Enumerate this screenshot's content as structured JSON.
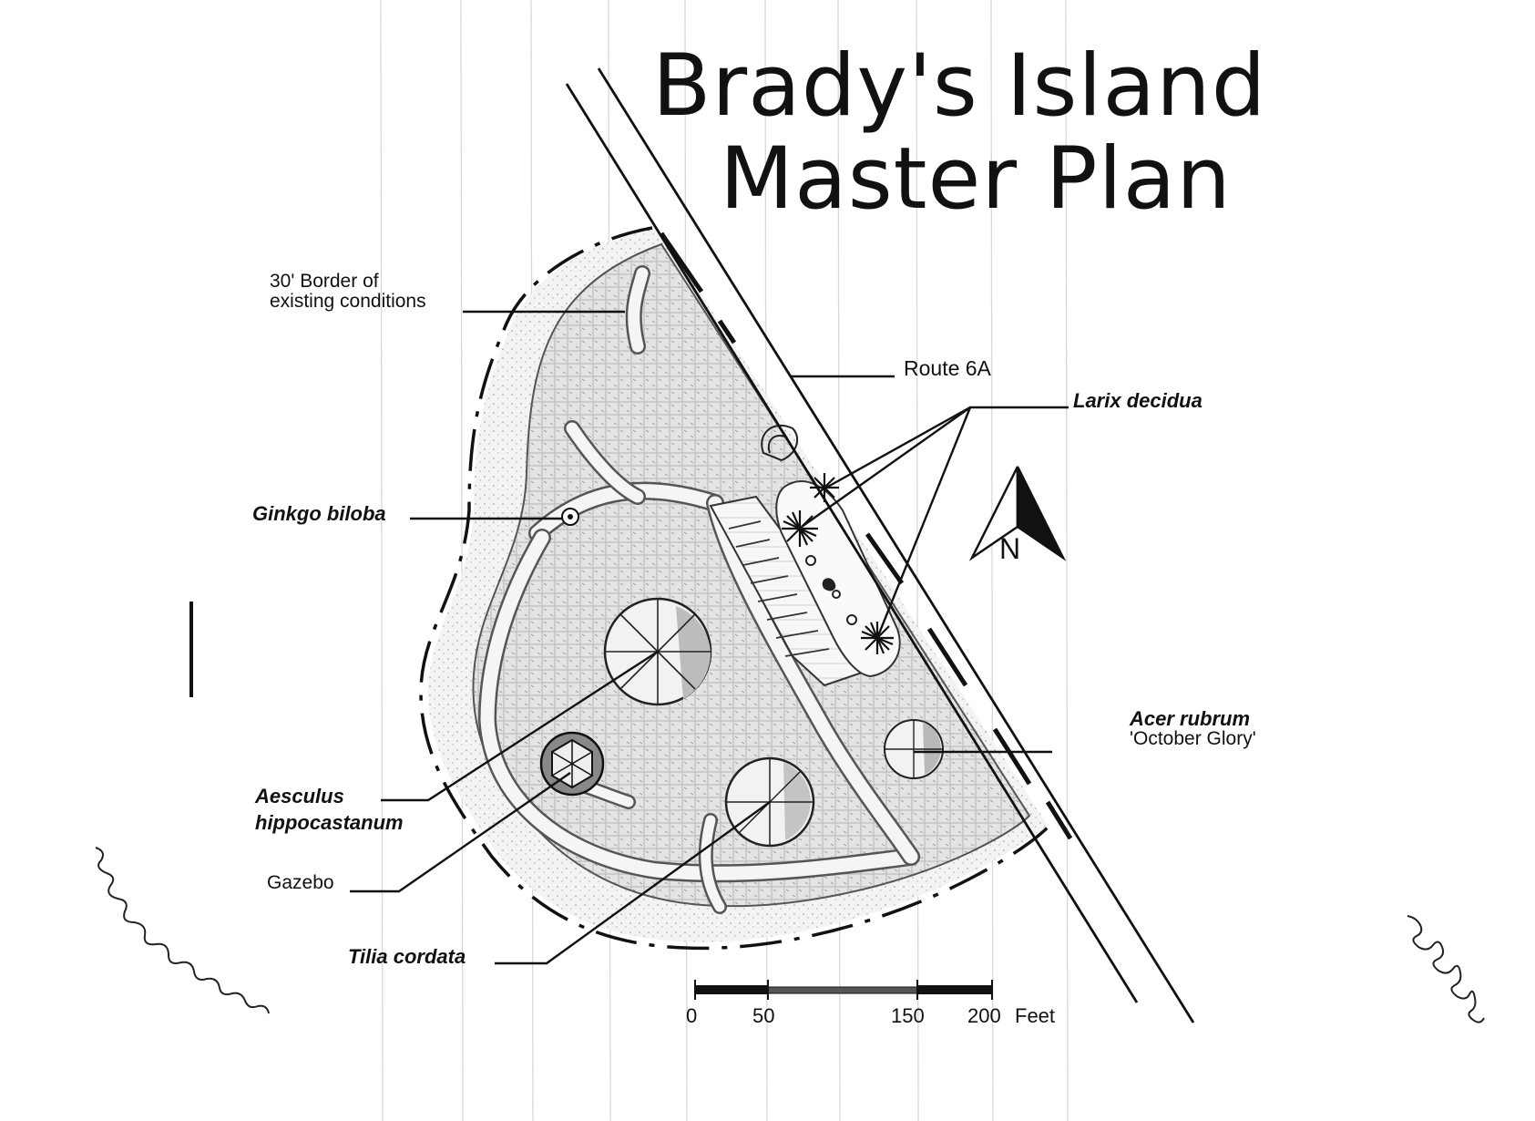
{
  "title": {
    "line1": "Brady's Island",
    "line2": "Master Plan"
  },
  "labels": {
    "border": [
      "30' Border of",
      "existing conditions"
    ],
    "route": "Route 6A",
    "larix": "Larix decidua",
    "ginkgo": "Ginkgo biloba",
    "acer": [
      "Acer rubrum",
      "'October Glory'"
    ],
    "aesculus": [
      "Aesculus",
      "hippocastanum"
    ],
    "gazebo": "Gazebo",
    "tilia": "Tilia cordata"
  },
  "compass": {
    "letter": "N"
  },
  "scale_bar": {
    "ticks": [
      "0",
      "50",
      "150",
      "200"
    ],
    "unit": "Feet"
  }
}
